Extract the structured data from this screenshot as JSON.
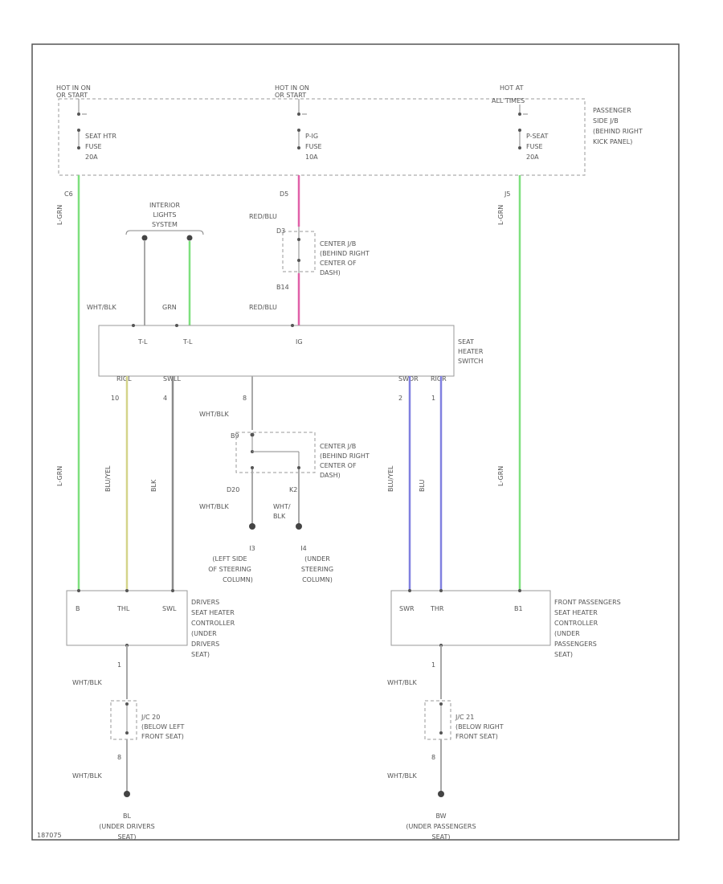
{
  "diagram": {
    "fuse_block": {
      "left": {
        "hot_line1": "HOT IN ON",
        "hot_line2": "OR START",
        "fuse_line1": "SEAT HTR",
        "fuse_line2": "FUSE",
        "fuse_line3": "20A"
      },
      "middle": {
        "hot_line1": "HOT IN ON",
        "hot_line2": "OR START",
        "fuse_line1": "P-IG",
        "fuse_line2": "FUSE",
        "fuse_line3": "10A"
      },
      "right": {
        "hot_line1": "HOT AT",
        "hot_line2": "ALL TIMES",
        "fuse_line1": "P-SEAT",
        "fuse_line2": "FUSE",
        "fuse_line3": "20A"
      },
      "location_line1": "PASSENGER",
      "location_line2": "SIDE J/B",
      "location_line3": "(BEHIND RIGHT",
      "location_line4": "KICK PANEL)"
    },
    "interior_lights": {
      "line1": "INTERIOR",
      "line2": "LIGHTS",
      "line3": "SYSTEM"
    },
    "wires": {
      "left_green_pin": "C6",
      "left_green_color": "L-GRN",
      "left_green_color2": "L-GRN",
      "mid_pin_top": "D5",
      "mid_color_top": "RED/BLU",
      "mid_pin_mid": "D3",
      "mid_pin_bottom": "B14",
      "mid_color_bottom": "RED/BLU",
      "right_green_pin": "J5",
      "right_green_color": "L-GRN",
      "right_green_color2": "L-GRN",
      "wht_blk": "WHT/BLK",
      "grn": "GRN",
      "pin_10": "10",
      "pin_4": "4",
      "pin_8": "8",
      "pin_2": "2",
      "pin_1": "1",
      "yellow_color": "BLU/YEL",
      "dark_color": "BLK",
      "blue1_color": "BLU/YEL",
      "blue2_color": "BLU"
    },
    "center_jb_1": {
      "pin": "D3",
      "line1": "CENTER J/B",
      "line2": "(BEHIND RIGHT",
      "line3": "CENTER OF",
      "line4": "DASH)"
    },
    "center_jb_2": {
      "pin": "B9",
      "line1": "CENTER J/B",
      "line2": "(BEHIND RIGHT",
      "line3": "CENTER OF",
      "line4": "DASH)"
    },
    "switch": {
      "term_tl1": "T-L",
      "term_tl2": "T-L",
      "term_ig": "IG",
      "pin_a": "RIGL",
      "pin_b": "SWLL",
      "pin_c": "SWDR",
      "pin_d": "RIGR",
      "label_line1": "SEAT",
      "label_line2": "HEATER",
      "label_line3": "SWITCH"
    },
    "ground_splice": {
      "pin_left": "D20",
      "pin_right": "K2",
      "color_left": "WHT/BLK",
      "color_right_line1": "WHT/",
      "color_right_line2": "BLK"
    },
    "grounds": {
      "g1_id": "I3",
      "g1_line1": "(LEFT SIDE",
      "g1_line2": "OF STEERING",
      "g1_line3": "COLUMN)",
      "g2_id": "I4",
      "g2_line1": "(UNDER",
      "g2_line2": "STEERING",
      "g2_line3": "COLUMN)"
    },
    "driver_ctrl": {
      "term_b": "B",
      "term_thl": "THL",
      "term_swl": "SWL",
      "line1": "DRIVERS",
      "line2": "SEAT HEATER",
      "line3": "CONTROLLER",
      "line4": "(UNDER",
      "line5": "DRIVERS",
      "line6": "SEAT)"
    },
    "pass_ctrl": {
      "term_swr": "SWR",
      "term_thr": "THR",
      "term_b1": "B1",
      "line1": "FRONT PASSENGERS",
      "line2": "SEAT HEATER",
      "line3": "CONTROLLER",
      "line4": "(UNDER",
      "line5": "PASSENGERS",
      "line6": "SEAT)"
    },
    "left_bottom": {
      "pin_top": "1",
      "color_top": "WHT/BLK",
      "jc_line1": "J/C 20",
      "jc_line2": "(BELOW LEFT",
      "jc_line3": "FRONT SEAT)",
      "pin_bottom": "8",
      "color_bottom": "WHT/BLK",
      "ground_id": "BL",
      "ground_line1": "(UNDER DRIVERS",
      "ground_line2": "SEAT)"
    },
    "right_bottom": {
      "pin_top": "1",
      "color_top": "WHT/BLK",
      "jc_line1": "J/C 21",
      "jc_line2": "(BELOW RIGHT",
      "jc_line3": "FRONT SEAT)",
      "pin_bottom": "8",
      "color_bottom": "WHT/BLK",
      "ground_id": "BW",
      "ground_line1": "(UNDER PASSENGERS",
      "ground_line2": "SEAT)"
    },
    "footer_code": "187075"
  }
}
